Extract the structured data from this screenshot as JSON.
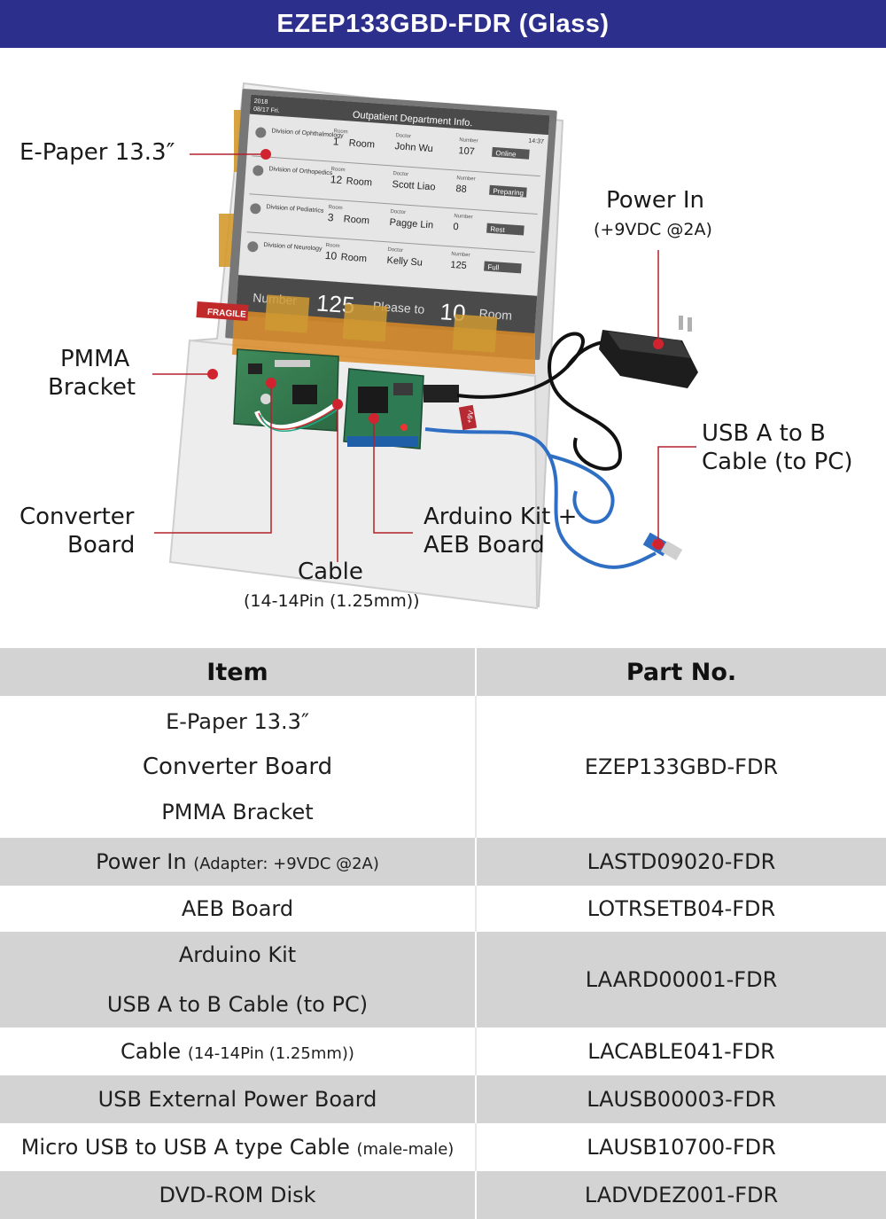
{
  "header": {
    "title": "EZEP133GBD-FDR (Glass)"
  },
  "screen": {
    "date_year": "2018",
    "date_md": "08/17  Fri.",
    "title": "Outpatient Department Info.",
    "time": "14:37",
    "rows": [
      {
        "division": "Division of Ophthalmology",
        "room_label": "Room",
        "room": "1",
        "room_word": "Room",
        "doctor_label": "Doctor",
        "doctor": "John Wu",
        "number_label": "Number",
        "number": "107",
        "status": "Online"
      },
      {
        "division": "Division of Orthopedics",
        "room_label": "Room",
        "room": "12",
        "room_word": "Room",
        "doctor_label": "Doctor",
        "doctor": "Scott Liao",
        "number_label": "Number",
        "number": "88",
        "status": "Preparing"
      },
      {
        "division": "Division of Pediatrics",
        "room_label": "Room",
        "room": "3",
        "room_word": "Room",
        "doctor_label": "Doctor",
        "doctor": "Pagge Lin",
        "number_label": "Number",
        "number": "0",
        "status": "Rest"
      },
      {
        "division": "Division of Neurology",
        "room_label": "Room",
        "room": "10",
        "room_word": "Room",
        "doctor_label": "Doctor",
        "doctor": "Kelly Su",
        "number_label": "Number",
        "number": "125",
        "status": "Full"
      }
    ],
    "footer": {
      "number_label": "Number",
      "number": "125",
      "please": "Please to",
      "room": "10",
      "room_label": "Room"
    },
    "fragile": "FRAGILE",
    "plus9v": "+9V"
  },
  "callouts": {
    "epaper": "E-Paper 13.3″",
    "power_in": "Power In",
    "power_in_spec": "(+9VDC @2A)",
    "pmma_1": "PMMA",
    "pmma_2": "Bracket",
    "usb_1": "USB A to B",
    "usb_2": "Cable (to PC)",
    "converter_1": "Converter",
    "converter_2": "Board",
    "arduino_1": "Arduino Kit +",
    "arduino_2": "AEB Board",
    "cable": "Cable",
    "cable_spec": "(14-14Pin (1.25mm))"
  },
  "table": {
    "headers": {
      "item": "Item",
      "part": "Part No."
    },
    "rows": [
      {
        "items": [
          "E-Paper 13.3″",
          "Converter Board",
          "PMMA Bracket"
        ],
        "part": "EZEP133GBD-FDR"
      },
      {
        "item": "Power In",
        "item_small": "(Adapter: +9VDC @2A)",
        "part": "LASTD09020-FDR"
      },
      {
        "item": "AEB Board",
        "part": "LOTRSETB04-FDR"
      },
      {
        "items": [
          "Arduino Kit",
          "USB A to B Cable (to PC)"
        ],
        "part": "LAARD00001-FDR"
      },
      {
        "item": "Cable",
        "item_small": "(14-14Pin (1.25mm))",
        "part": "LACABLE041-FDR"
      },
      {
        "item": "USB External Power Board",
        "part": "LAUSB00003-FDR"
      },
      {
        "item": "Micro USB to USB A type Cable",
        "item_small": "(male-male)",
        "part": "LAUSB10700-FDR"
      },
      {
        "item": "DVD-ROM Disk",
        "part": "LADVDEZ001-FDR"
      }
    ]
  },
  "colors": {
    "header_bg": "#2d2f8c",
    "callout_red": "#b3202a",
    "table_gray": "#d3d3d3",
    "screen_dark": "#4a4a4a"
  }
}
